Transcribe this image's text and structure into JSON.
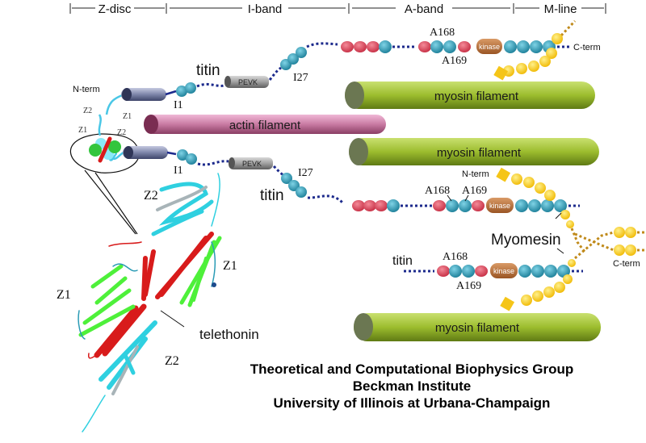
{
  "regions": {
    "z_disc": "Z-disc",
    "i_band": "I-band",
    "a_band": "A-band",
    "m_line": "M-line"
  },
  "labels": {
    "titin": "titin",
    "n_term": "N-term",
    "c_term": "C-term",
    "pevk": "PEVK",
    "i1": "I1",
    "i27": "I27",
    "a168": "A168",
    "a169": "A169",
    "kinase": "kinase",
    "myomesin": "Myomesin",
    "telethonin": "telethonin",
    "z1": "Z1",
    "z2": "Z2",
    "actin_filament": "actin filament",
    "myosin_filament": "myosin filament"
  },
  "colors": {
    "ig_domain": "#2a9bb5",
    "fn_domain": "#e0475a",
    "kinase": "#b06a35",
    "myomesin": "#f5c518",
    "actin": "#c2789e",
    "myosin": "#8fae2a",
    "telethonin": "#d81b1b",
    "z1_domain": "#3cd63c",
    "z2_domain": "#5fe0f0"
  },
  "credits": {
    "line1": "Theoretical and Computational Biophysics Group",
    "line2": "Beckman Institute",
    "line3": "University of Illinois at Urbana-Champaign"
  }
}
